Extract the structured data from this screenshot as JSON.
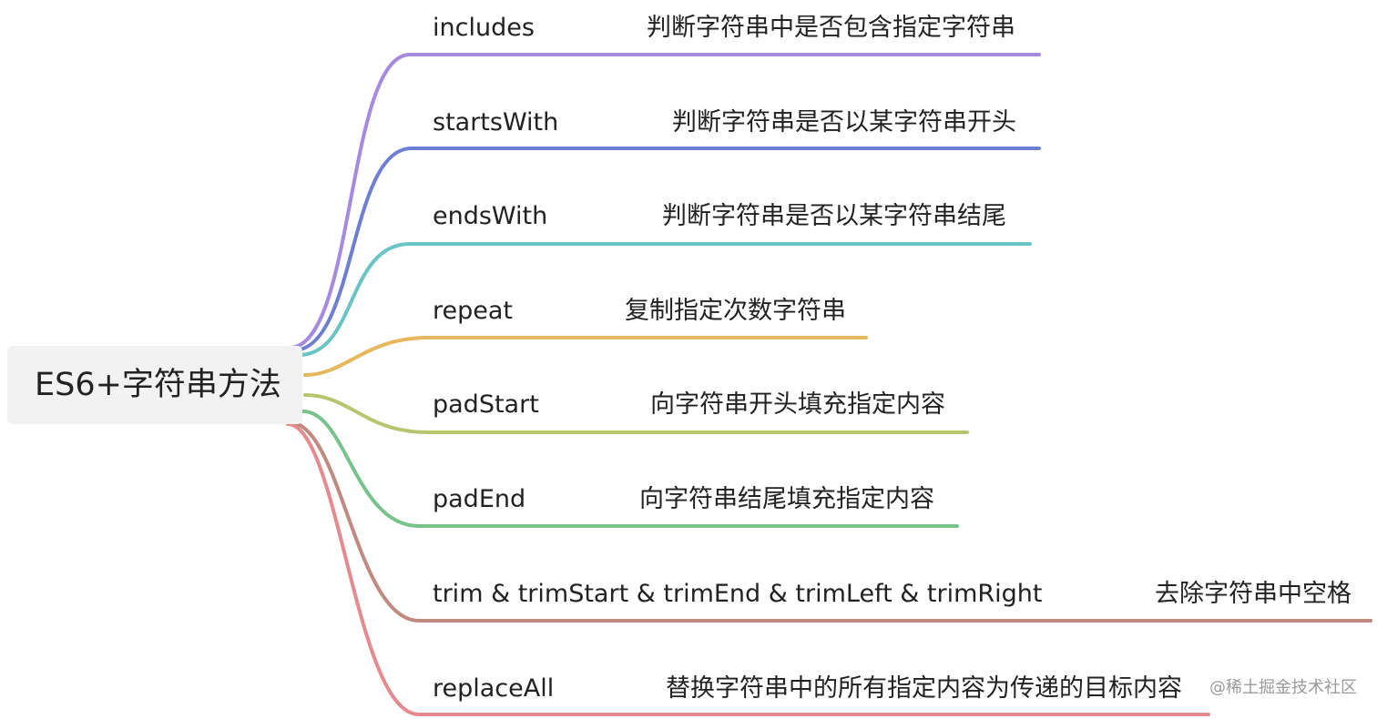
{
  "root": {
    "label": "ES6+字符串方法"
  },
  "branches": [
    {
      "name": "includes",
      "desc": "判断字符串中是否包含指定字符串",
      "color": "#a48be0"
    },
    {
      "name": "startsWith",
      "desc": "判断字符串是否以某字符串开头",
      "color": "#6c7fd3"
    },
    {
      "name": "endsWith",
      "desc": "判断字符串是否以某字符串结尾",
      "color": "#6ac3c4"
    },
    {
      "name": "repeat",
      "desc": "复制指定次数字符串",
      "color": "#e6b75c"
    },
    {
      "name": "padStart",
      "desc": "向字符串开头填充指定内容",
      "color": "#b5c66f"
    },
    {
      "name": "padEnd",
      "desc": "向字符串结尾填充指定内容",
      "color": "#78c28b"
    },
    {
      "name": "trim & trimStart & trimEnd & trimLeft & trimRight",
      "desc": "去除字符串中空格",
      "color": "#c08a80"
    },
    {
      "name": "replaceAll",
      "desc": "替换字符串中的所有指定内容为传递的目标内容",
      "color": "#e58a8f"
    }
  ],
  "watermark": "@稀土掘金技术社区"
}
